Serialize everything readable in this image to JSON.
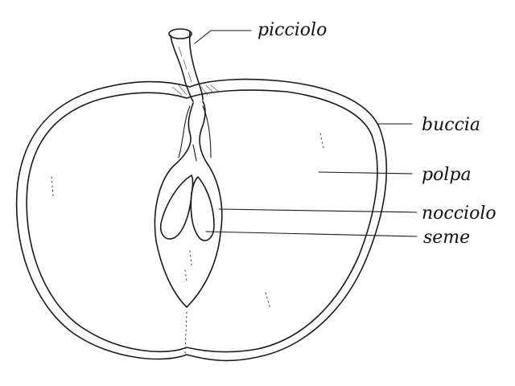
{
  "diagram": {
    "subject": "apple cross-section",
    "labels": [
      {
        "id": "picciolo",
        "text": "picciolo"
      },
      {
        "id": "buccia",
        "text": "buccia"
      },
      {
        "id": "polpa",
        "text": "polpa"
      },
      {
        "id": "nocciolo",
        "text": "nocciolo"
      },
      {
        "id": "seme",
        "text": "seme"
      }
    ],
    "colors": {
      "ink": "#1a1a1a",
      "background": "#ffffff"
    }
  }
}
